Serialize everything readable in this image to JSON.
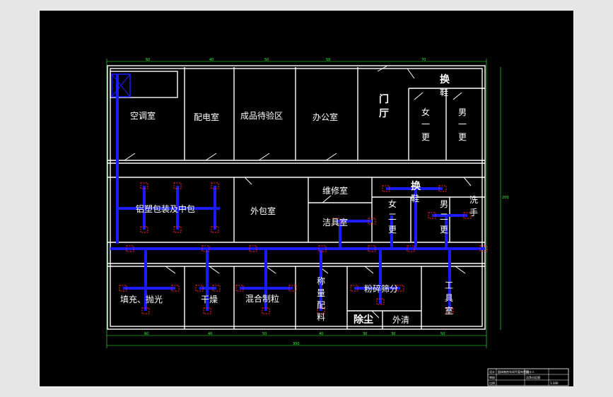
{
  "rooms": {
    "ac": "空调室",
    "power": "配电室",
    "finished": "成品待验区",
    "office": "办公室",
    "hall_1": "门",
    "hall_2": "厅",
    "change_top": "换",
    "change_top_2": "鞋",
    "women_top": [
      "女",
      "一",
      "更"
    ],
    "men_top": [
      "男",
      "一",
      "更"
    ],
    "inner_pack": "铝塑包装及中包",
    "outer_pack": "外包室",
    "maint": "维修室",
    "clean_room": "洁具室",
    "change_mid": "换",
    "change_mid_2": "鞋",
    "women_mid": [
      "女",
      "二",
      "更"
    ],
    "men_mid": [
      "男",
      "二",
      "更"
    ],
    "wash": [
      "洗",
      "手"
    ],
    "fill": "填充、抛光",
    "dry": "干燥",
    "granulate": "混合制粒",
    "weigh": [
      "称",
      "量",
      "配",
      "料"
    ],
    "crush": "粉碎筛分",
    "tools": [
      "工",
      "具",
      "室"
    ],
    "dust": "除尘",
    "outer_clean": "外清"
  },
  "dims": {
    "top": [
      "60",
      "40",
      "50",
      "50",
      "70"
    ],
    "bottom": [
      "60",
      "40",
      "50",
      "40",
      "30",
      "30",
      "50"
    ],
    "total": "300",
    "right": "200"
  },
  "title_block": {
    "row1_a": "设计",
    "row1_b": "固体制剂车间平面布置图",
    "row1_c": "设计人",
    "row2_a": "审核",
    "row2_b": "",
    "row2_c": "洁净分区图",
    "row3_a": "比例",
    "row3_b": "1:300"
  },
  "colors": {
    "background": "#000000",
    "wall": "#ffffff",
    "duct": "#1b1bff",
    "vent": "#ff2a2a",
    "dimension": "#33ff33"
  }
}
